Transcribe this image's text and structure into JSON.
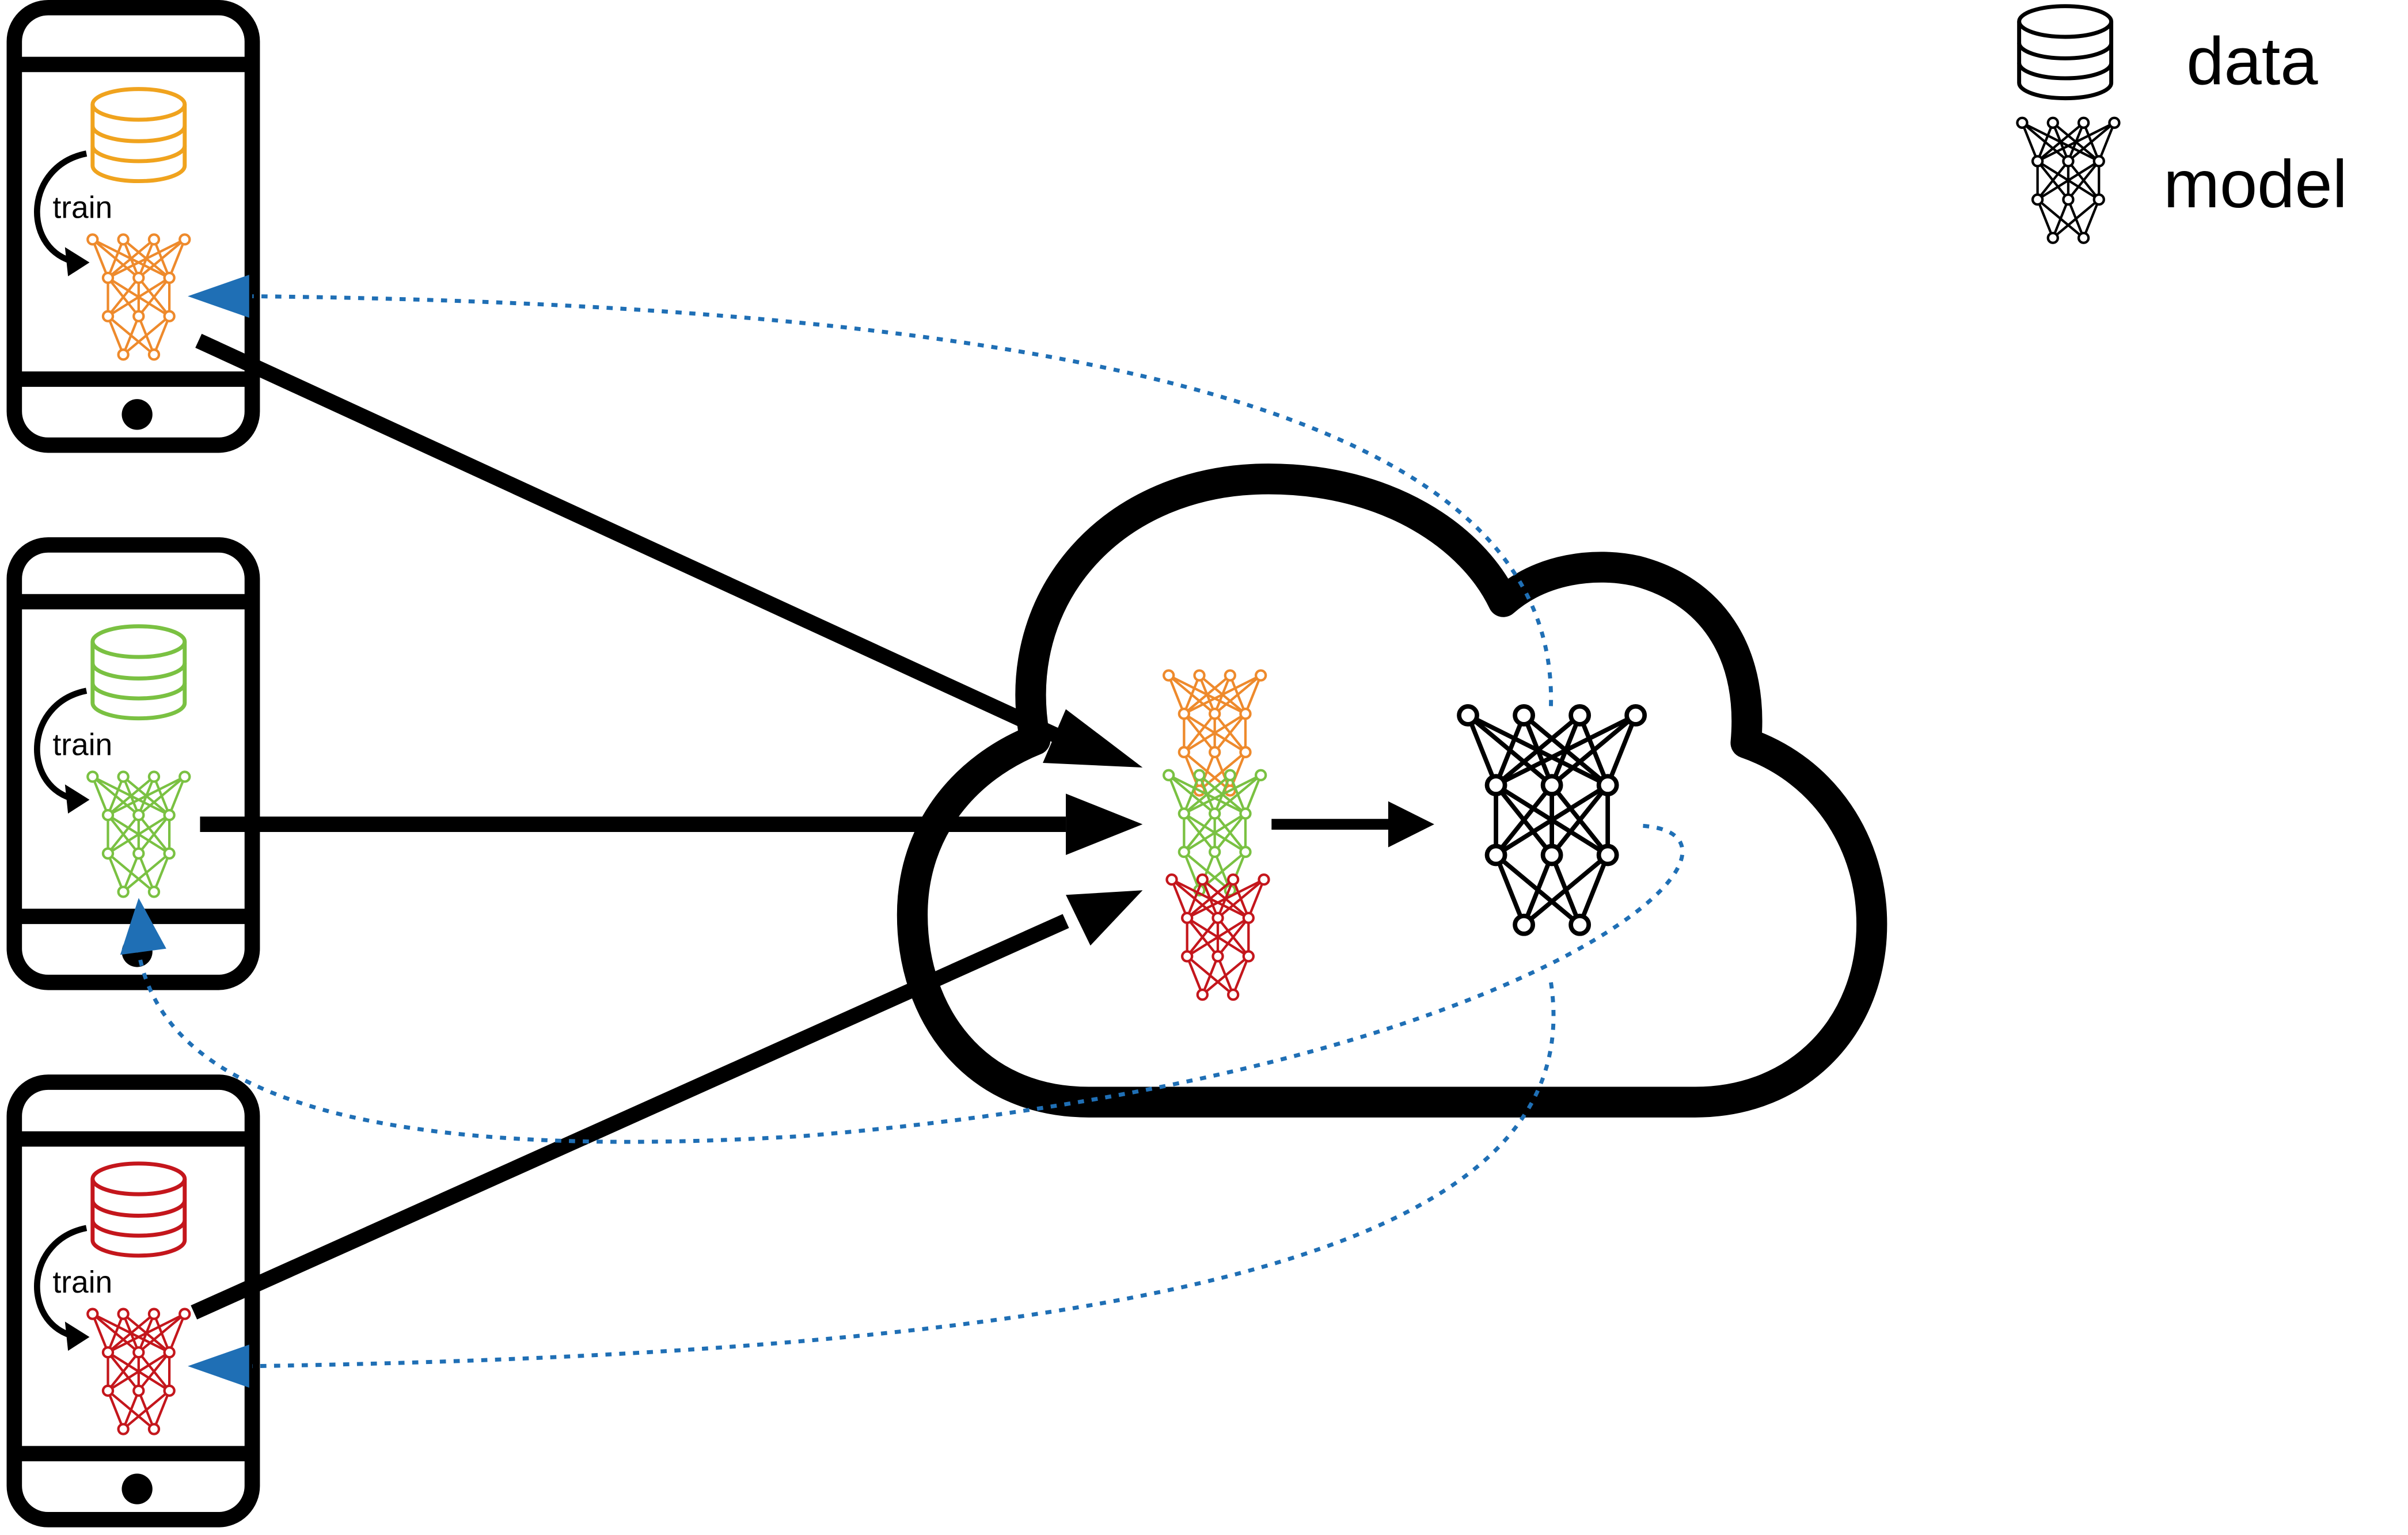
{
  "legend": {
    "data_label": "data",
    "model_label": "model",
    "data_icon": "database-icon",
    "model_icon": "neural-network-icon",
    "color": "#000000"
  },
  "devices": [
    {
      "id": "device-1",
      "color": "#f0a31e",
      "model_color": "#ee8a2c",
      "train_label": "train"
    },
    {
      "id": "device-2",
      "color": "#7ac142",
      "model_color": "#7ac142",
      "train_label": "train"
    },
    {
      "id": "device-3",
      "color": "#c4161c",
      "model_color": "#c4161c",
      "train_label": "train"
    }
  ],
  "cloud": {
    "icon": "cloud-icon",
    "stacked_models": [
      "#ee8a2c",
      "#7ac142",
      "#c4161c"
    ],
    "aggregated_model_color": "#000000"
  },
  "edges": {
    "upload_color": "#000000",
    "broadcast_color": "#1f6fb5",
    "broadcast_style": "dotted"
  }
}
